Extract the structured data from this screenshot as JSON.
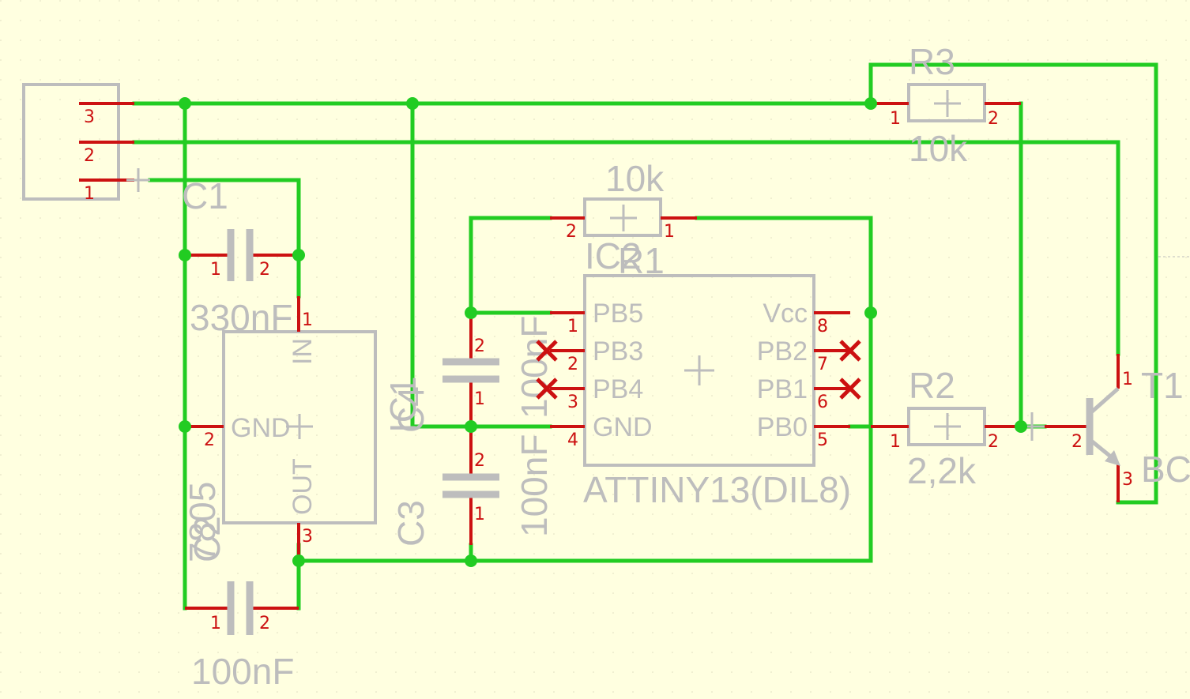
{
  "connector": {
    "pins": [
      "3",
      "2",
      "1"
    ]
  },
  "C1": {
    "name": "C1",
    "value": "330nF",
    "pin1": "1",
    "pin2": "2"
  },
  "C2": {
    "name": "C2",
    "value": "100nF",
    "pin1": "1",
    "pin2": "2"
  },
  "C3": {
    "name": "C3",
    "value": "100nF",
    "pin1": "1",
    "pin2": "2"
  },
  "C4": {
    "name": "C4",
    "value": "100nF",
    "pin1": "1",
    "pin2": "2"
  },
  "IC1": {
    "name": "IC1",
    "value": "7805",
    "pin_in": "IN",
    "pin_gnd": "GND",
    "pin_out": "OUT",
    "n1": "1",
    "n2": "2",
    "n3": "3"
  },
  "IC2": {
    "name": "IC2",
    "value": "ATTINY13(DIL8)",
    "left": [
      {
        "label": "PB5",
        "num": "1"
      },
      {
        "label": "PB3",
        "num": "2"
      },
      {
        "label": "PB4",
        "num": "3"
      },
      {
        "label": "GND",
        "num": "4"
      }
    ],
    "right": [
      {
        "label": "Vcc",
        "num": "8"
      },
      {
        "label": "PB2",
        "num": "7"
      },
      {
        "label": "PB1",
        "num": "6"
      },
      {
        "label": "PB0",
        "num": "5"
      }
    ]
  },
  "R1": {
    "name": "R1",
    "value": "10k",
    "pin1": "1",
    "pin2": "2"
  },
  "R2": {
    "name": "R2",
    "value": "2,2k",
    "pin1": "1",
    "pin2": "2"
  },
  "R3": {
    "name": "R3",
    "value": "10k",
    "pin1": "1",
    "pin2": "2"
  },
  "T1": {
    "name": "T1",
    "value": "BC",
    "pin1": "1",
    "pin2": "2",
    "pin3": "3"
  },
  "colors": {
    "background": "#ffffe0",
    "wire": "#22cc22",
    "pin": "#cc1111",
    "body": "#bdbdbd"
  }
}
